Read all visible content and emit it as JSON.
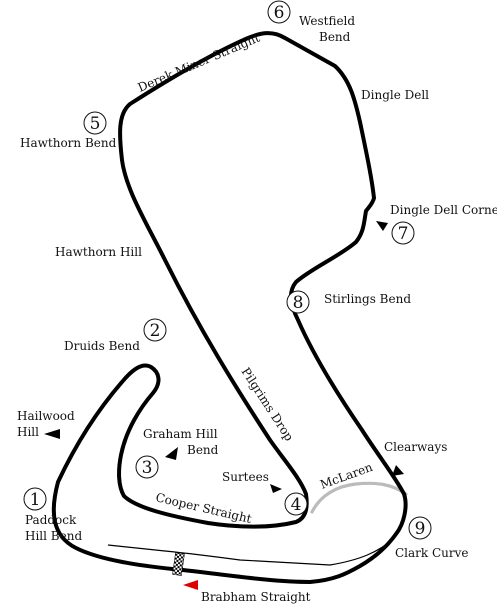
{
  "colors": {
    "track": "#000000",
    "short_link": "#bbbbbb",
    "start_marker": "#e00000",
    "background": "#ffffff"
  },
  "corners": [
    {
      "number": "1",
      "label_lines": [
        "Paddock",
        "Hill Bend"
      ]
    },
    {
      "number": "2",
      "label_lines": [
        "Druids Bend"
      ]
    },
    {
      "number": "3",
      "label_lines": [
        "Graham Hill",
        "Bend"
      ]
    },
    {
      "number": "4",
      "label_lines": [
        "Surtees"
      ]
    },
    {
      "number": "5",
      "label_lines": [
        "Hawthorn Bend"
      ]
    },
    {
      "number": "6",
      "label_lines": [
        "Westfield",
        "Bend"
      ]
    },
    {
      "number": "7",
      "label_lines": [
        "Dingle Dell Corner"
      ]
    },
    {
      "number": "8",
      "label_lines": [
        "Stirlings Bend"
      ]
    },
    {
      "number": "9",
      "label_lines": [
        "Clark Curve"
      ]
    }
  ],
  "features": {
    "derek_miner_straight": "Derek Miner Straight",
    "dingle_dell": "Dingle Dell",
    "hawthorn_hill": "Hawthorn Hill",
    "pilgrims_drop": "Pilgrims Drop",
    "hailwood_hill": [
      "Hailwood",
      "Hill"
    ],
    "cooper_straight": "Cooper Straight",
    "mclaren": "McLaren",
    "clearways": "Clearways",
    "brabham_straight": "Brabham Straight"
  },
  "icons": {
    "direction_marker": "triangle-arrow-icon",
    "start_finish": "checkered-flag-icon",
    "start_marker": "red-triangle-icon"
  }
}
